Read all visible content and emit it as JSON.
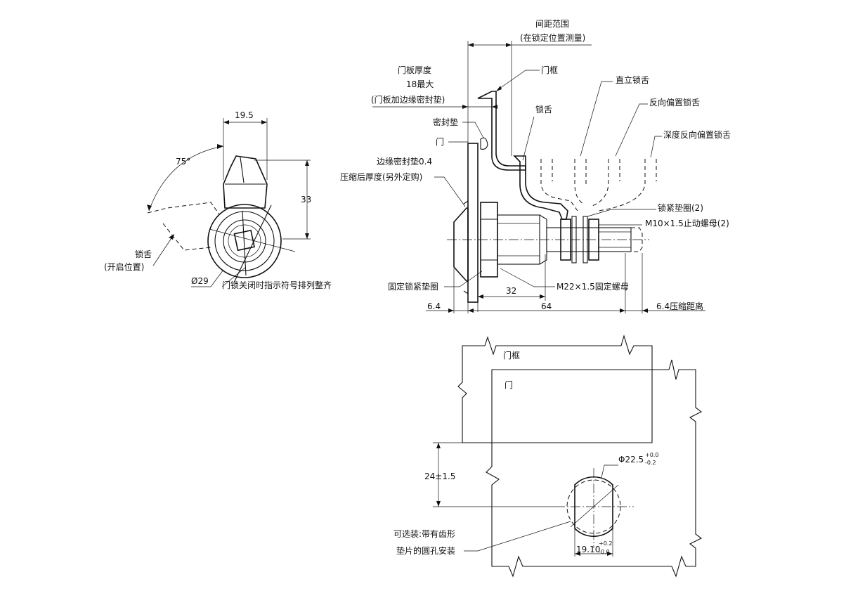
{
  "front_view": {
    "width_dim": "19.5",
    "height_dim": "33",
    "angle_dim": "75°",
    "diameter_dim": "Ø29",
    "tongue_open_label": "锁舌",
    "tongue_open_sub": "(开启位置)",
    "alignment_note": "门锁关闭时指示符号排列整齐"
  },
  "side_view": {
    "range_label": "间距范围",
    "range_sub": "(在锁定位置测量)",
    "panel_thickness_label": "门板厚度",
    "panel_thickness_max": "18最大",
    "panel_thickness_sub": "(门板加边缘密封垫)",
    "frame_label": "门框",
    "seal_label": "密封垫",
    "door_label": "门",
    "tongue_label": "锁舌",
    "straight_tongue": "直立锁舌",
    "reverse_offset_tongue": "反向偏置锁舌",
    "deep_reverse_offset_tongue": "深度反向偏置锁舌",
    "edge_seal_line1": "边缘密封垫0.4",
    "edge_seal_line2": "压缩后厚度(另外定购)",
    "lock_washer": "锁紧垫圈(2)",
    "stop_nut": "M10×1.5止动螺母(2)",
    "fixed_washer": "固定锁紧垫圈",
    "fixing_nut": "M22×1.5固定螺母",
    "dim_32": "32",
    "dim_64": "64",
    "dim_6_4_left": "6.4",
    "dim_6_4_right": "6.4压缩距离"
  },
  "cutout_view": {
    "frame_label": "门框",
    "door_label": "门",
    "offset_dim": "24±1.5",
    "hole_dim": "Φ22.5",
    "hole_tol_upper": "+0.0",
    "hole_tol_lower": "-0.2",
    "flat_dim": "19.10",
    "flat_tol_upper": "+0.2",
    "flat_tol_lower": "-0.0",
    "optional_line1": "可选装:带有齿形",
    "optional_line2": "垫片的圆孔安装"
  }
}
